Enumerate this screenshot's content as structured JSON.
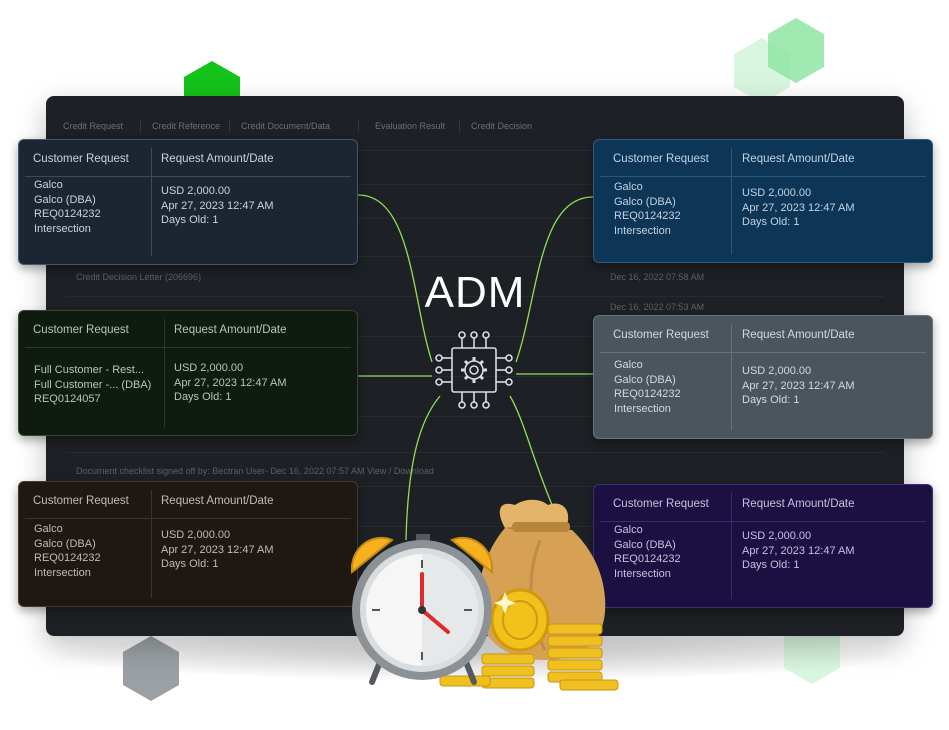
{
  "tabs": [
    "Credit Request",
    "Credit Reference",
    "Credit Document/Data",
    "Evaluation Result",
    "Credit Decision"
  ],
  "background_rows": {
    "letter": "Credit Decision Letter (206696)",
    "date_1": "Dec 16, 2022 07:58 AM",
    "date_2": "Dec 16, 2022 07:53 AM",
    "checklist": "Document checklist signed off by: Bectran User- Dec 16, 2022 07:57 AM View / Download"
  },
  "center": {
    "title": "ADM",
    "icon": "processor-gear-icon"
  },
  "cards": [
    {
      "id": "left-top",
      "header": [
        "Customer Request",
        "Request Amount/Date"
      ],
      "left": [
        "Galco",
        "Galco (DBA)",
        "REQ0124232",
        "Intersection"
      ],
      "right": [
        "USD 2,000.00",
        "Apr 27, 2023 12:47 AM",
        "Days Old: 1"
      ]
    },
    {
      "id": "left-mid",
      "header": [
        "Customer Request",
        "Request Amount/Date"
      ],
      "left": [
        "Full Customer - Rest...",
        "Full Customer -... (DBA)",
        "REQ0124057"
      ],
      "right": [
        "USD 2,000.00",
        "Apr 27, 2023 12:47 AM",
        "Days Old: 1"
      ]
    },
    {
      "id": "left-bot",
      "header": [
        "Customer Request",
        "Request Amount/Date"
      ],
      "left": [
        "Galco",
        "Galco (DBA)",
        "REQ0124232",
        "Intersection"
      ],
      "right": [
        "USD 2,000.00",
        "Apr 27, 2023 12:47 AM",
        "Days Old: 1"
      ]
    },
    {
      "id": "right-top",
      "header": [
        "Customer Request",
        "Request Amount/Date"
      ],
      "left": [
        "Galco",
        "Galco (DBA)",
        "REQ0124232",
        "Intersection"
      ],
      "right": [
        "USD 2,000.00",
        "Apr 27, 2023 12:47 AM",
        "Days Old: 1"
      ]
    },
    {
      "id": "right-mid",
      "header": [
        "Customer Request",
        "Request Amount/Date"
      ],
      "left": [
        "Galco",
        "Galco (DBA)",
        "REQ0124232",
        "Intersection"
      ],
      "right": [
        "USD 2,000.00",
        "Apr 27, 2023 12:47 AM",
        "Days Old: 1"
      ]
    },
    {
      "id": "right-bot",
      "header": [
        "Customer Request",
        "Request Amount/Date"
      ],
      "left": [
        "Galco",
        "Galco (DBA)",
        "REQ0124232",
        "Intersection"
      ],
      "right": [
        "USD 2,000.00",
        "Apr 27, 2023 12:47 AM",
        "Days Old: 1"
      ]
    }
  ],
  "illustration": {
    "icons": [
      "alarm-clock-icon",
      "money-bag-icon",
      "gold-coins-icon"
    ]
  },
  "colors": {
    "accent_green": "#8fe05a",
    "hexagon_green": "#1ec21e",
    "panel": "#1d2024"
  }
}
